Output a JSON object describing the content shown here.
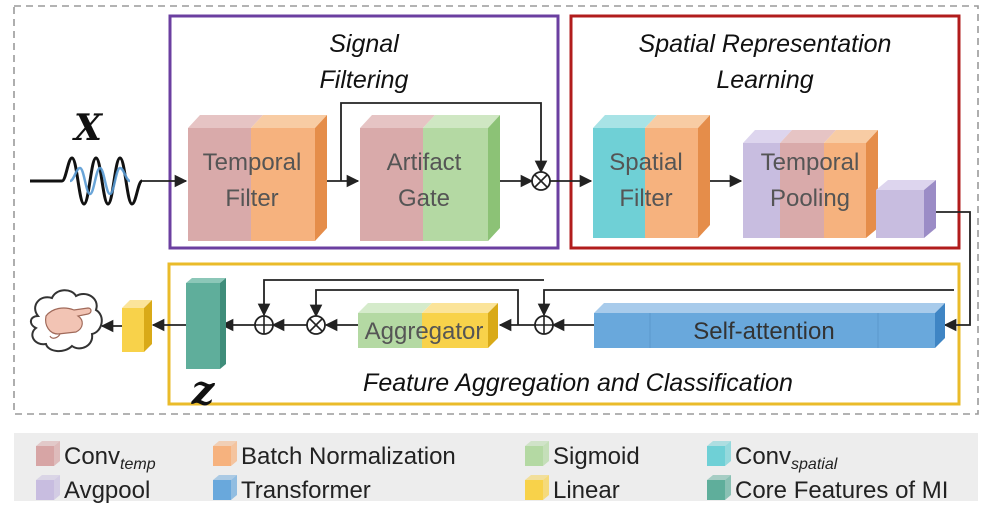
{
  "sections": {
    "signal_filtering": {
      "title_line1": "Signal",
      "title_line2": "Filtering"
    },
    "spatial_learning": {
      "title_line1": "Spatial Representation",
      "title_line2": "Learning"
    },
    "aggregation": {
      "title": "Feature Aggregation and Classification"
    }
  },
  "blocks": {
    "temporal_filter": {
      "line1": "Temporal",
      "line2": "Filter"
    },
    "artifact_gate": {
      "line1": "Artifact",
      "line2": "Gate"
    },
    "spatial_filter": {
      "line1": "Spatial",
      "line2": "Filter"
    },
    "temporal_pooling": {
      "line1": "Temporal",
      "line2": "Pooling"
    },
    "self_attention": {
      "label": "Self-attention"
    },
    "aggregator": {
      "label": "Aggregator"
    }
  },
  "symbols": {
    "input": "X",
    "core": "z"
  },
  "legend": [
    {
      "name": "conv-temp",
      "main": "Conv",
      "sub": "temp",
      "color": "#d7a5a5"
    },
    {
      "name": "batch-normalization",
      "main": "Batch Normalization",
      "sub": "",
      "color": "#f6b27e"
    },
    {
      "name": "sigmoid",
      "main": "Sigmoid",
      "sub": "",
      "color": "#b4d9a3"
    },
    {
      "name": "conv-spatial",
      "main": "Conv",
      "sub": "spatial",
      "color": "#6fd0d6"
    },
    {
      "name": "avgpool",
      "main": "Avgpool",
      "sub": "",
      "color": "#c8bde0"
    },
    {
      "name": "transformer",
      "main": "Transformer",
      "sub": "",
      "color": "#69a8dc"
    },
    {
      "name": "linear",
      "main": "Linear",
      "sub": "",
      "color": "#f8d24a"
    },
    {
      "name": "core-features",
      "main": "Core Features of MI",
      "sub": "",
      "color": "#5fae9b"
    }
  ]
}
